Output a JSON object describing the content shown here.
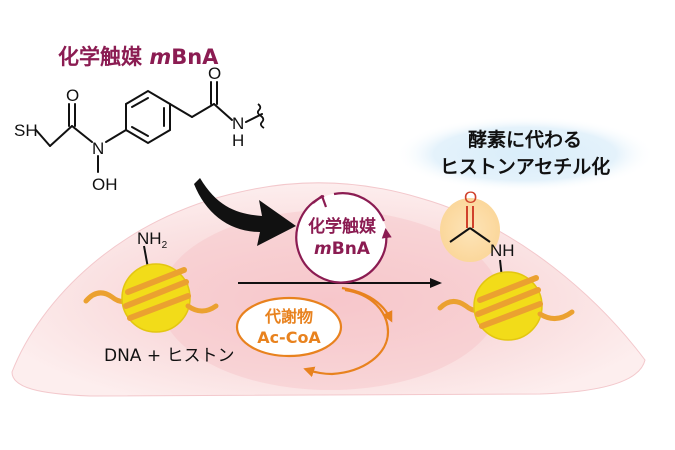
{
  "title": {
    "prefix": "化学触媒 ",
    "italic": "m",
    "suffix": "BnA"
  },
  "molecule": {
    "atom_sh": "SH",
    "atom_o_carbonyl_left": "O",
    "atom_n": "N",
    "atom_oh": "OH",
    "atom_o_carbonyl_right": "O",
    "atom_nh": "N",
    "atom_nh_h": "H"
  },
  "catalyst_cycle": {
    "line1": "化学触媒",
    "line2_italic": "m",
    "line2_rest": "BnA"
  },
  "metabolite_cycle": {
    "line1": "代謝物",
    "line2": "Ac-CoA"
  },
  "substrate": {
    "amine": "NH",
    "amine_sub": "2",
    "label": "DNA + ヒストン"
  },
  "product": {
    "carbonyl_o": "O",
    "amide": "NH"
  },
  "cloud": {
    "line1": "酵素に代わる",
    "line2": "ヒストンアセチル化"
  },
  "colors": {
    "catalyst": "#8b1c52",
    "metabolite": "#e8821e",
    "nucleosome": "#f2dc19",
    "dna_strand": "#eba130",
    "cell": "#fbe6e6",
    "cloud": "#d7ebf8",
    "carbonyl": "#d0412b"
  },
  "icons": {
    "attachment": "wavy-bond-icon",
    "arrow": "curved-arrow-icon"
  }
}
